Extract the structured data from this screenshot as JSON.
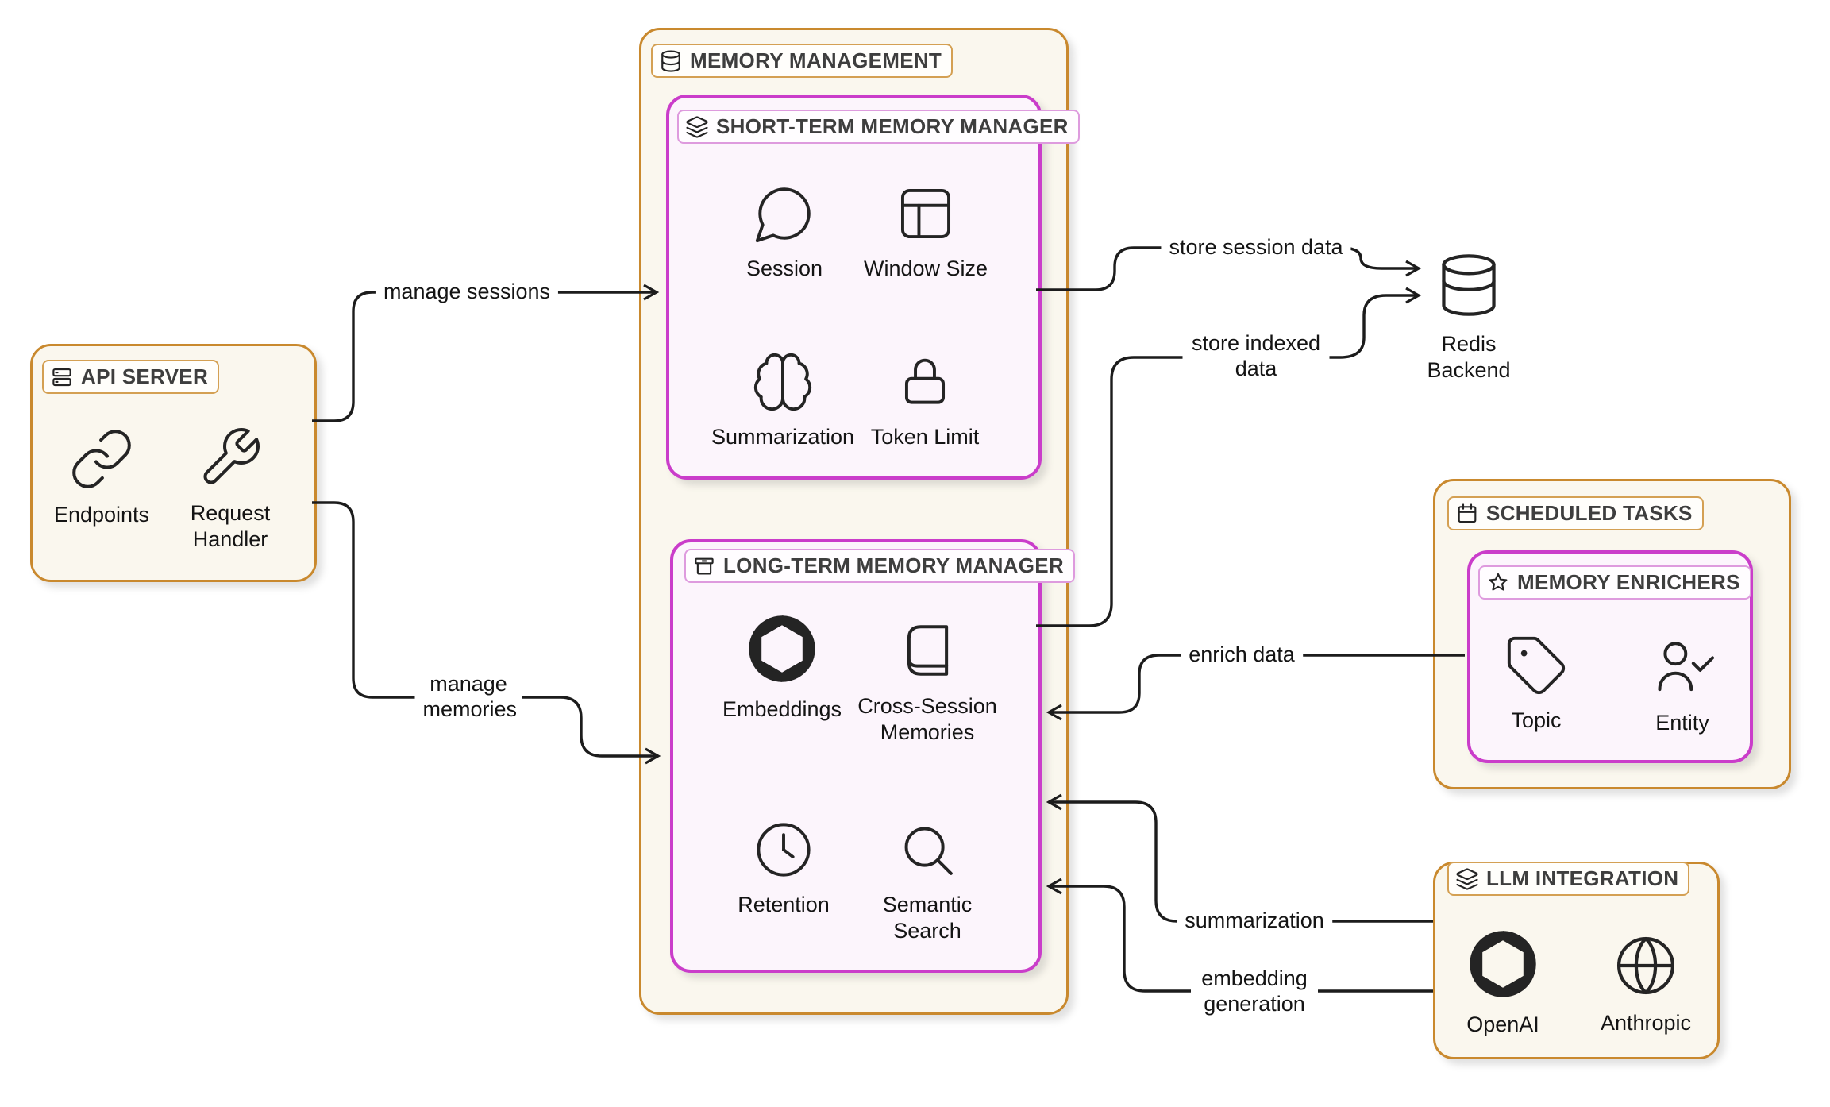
{
  "diagram": {
    "groups": {
      "api_server": {
        "title": "API SERVER",
        "icon": "server-stack-icon",
        "accent": "#C9892E"
      },
      "memory_management": {
        "title": "MEMORY MANAGEMENT",
        "icon": "database-icon",
        "accent": "#C9892E"
      },
      "short_term": {
        "title": "SHORT-TERM MEMORY MANAGER",
        "icon": "layers-icon",
        "accent": "#CA3DCA"
      },
      "long_term": {
        "title": "LONG-TERM MEMORY MANAGER",
        "icon": "archive-box-icon",
        "accent": "#CA3DCA"
      },
      "scheduled_tasks": {
        "title": "SCHEDULED TASKS",
        "icon": "calendar-icon",
        "accent": "#C9892E"
      },
      "memory_enrichers": {
        "title": "MEMORY ENRICHERS",
        "icon": "star-icon",
        "accent": "#CA3DCA"
      },
      "llm_integration": {
        "title": "LLM INTEGRATION",
        "icon": "layers-icon",
        "accent": "#C9892E"
      }
    },
    "nodes": {
      "endpoints": {
        "label": "Endpoints",
        "icon": "chain-link-icon"
      },
      "request_handler": {
        "label": "Request Handler",
        "icon": "wrench-icon"
      },
      "session": {
        "label": "Session",
        "icon": "chat-bubble-icon"
      },
      "window_size": {
        "label": "Window Size",
        "icon": "window-layout-icon"
      },
      "summarization": {
        "label": "Summarization",
        "icon": "brain-icon"
      },
      "token_limit": {
        "label": "Token Limit",
        "icon": "lock-icon"
      },
      "embeddings": {
        "label": "Embeddings",
        "icon": "openai-logo-icon"
      },
      "cross_session": {
        "label": "Cross-Session Memories",
        "icon": "book-icon"
      },
      "retention": {
        "label": "Retention",
        "icon": "clock-icon"
      },
      "semantic_search": {
        "label": "Semantic Search",
        "icon": "magnifier-icon"
      },
      "redis_backend": {
        "label": "Redis Backend",
        "icon": "database-icon"
      },
      "topic": {
        "label": "Topic",
        "icon": "tag-icon"
      },
      "entity": {
        "label": "Entity",
        "icon": "user-check-icon"
      },
      "openai": {
        "label": "OpenAI",
        "icon": "openai-logo-icon"
      },
      "anthropic": {
        "label": "Anthropic",
        "icon": "globe-icon"
      }
    },
    "edges": {
      "manage_sessions": {
        "label": "manage sessions"
      },
      "manage_memories": {
        "label": "manage memories"
      },
      "store_session_data": {
        "label": "store session data"
      },
      "store_indexed_data": {
        "label": "store indexed data"
      },
      "enrich_data": {
        "label": "enrich data"
      },
      "summarization_call": {
        "label": "summarization"
      },
      "embedding_generation": {
        "label": "embedding generation"
      }
    },
    "colors": {
      "group_border": "#C9892E",
      "group_bg": "#FAF7EE",
      "subgroup_border": "#CA3DCA",
      "subgroup_bg": "#FCF5FC",
      "connector": "#1c1c1c",
      "icon_stroke": "#242424",
      "page_bg": "#ffffff"
    }
  }
}
